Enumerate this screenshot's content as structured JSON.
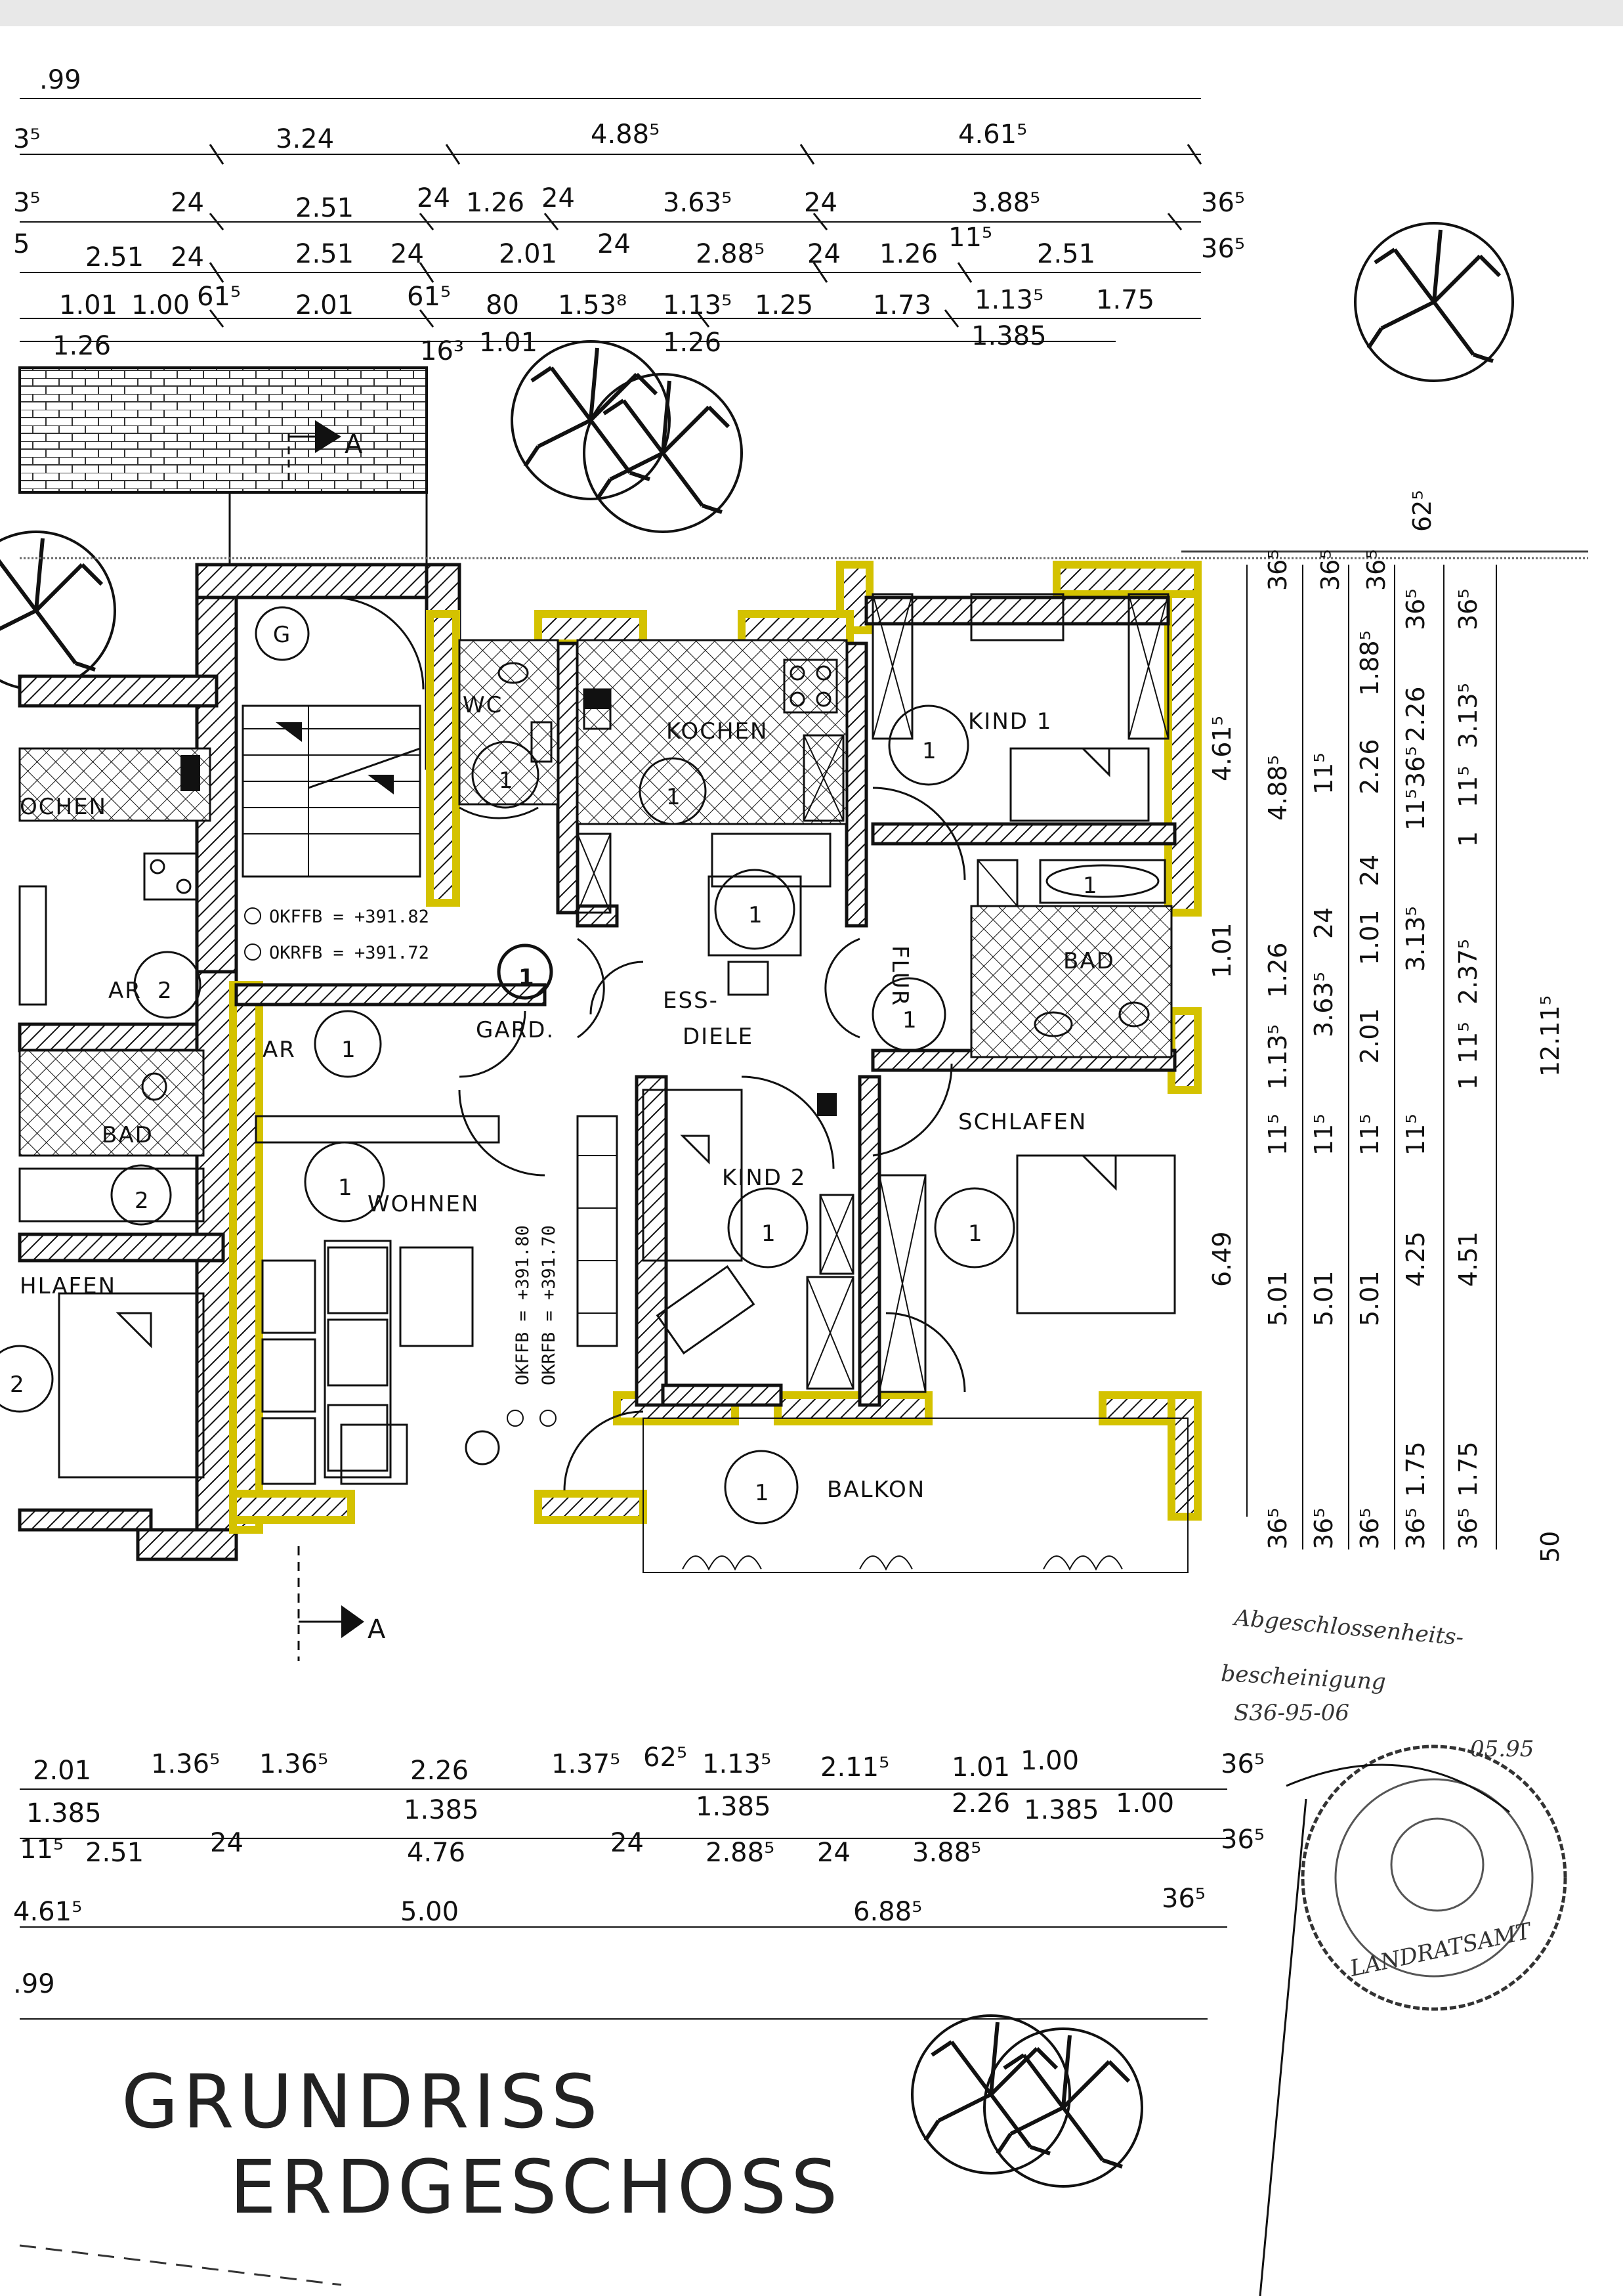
{
  "title": {
    "line1": "GRUNDRISS",
    "line2": "ERDGESCHOSS"
  },
  "section_markers": [
    "A",
    "A"
  ],
  "stairwell_label": "G",
  "rooms": [
    {
      "name": "WC",
      "unit": "1"
    },
    {
      "name": "KOCHEN",
      "unit": "1"
    },
    {
      "name": "KIND 1",
      "unit": "1"
    },
    {
      "name": "ESS-",
      "name2": "DIELE",
      "unit": "1"
    },
    {
      "name": "FLUR",
      "unit": "1"
    },
    {
      "name": "BAD",
      "unit": "1"
    },
    {
      "name": "GARD.",
      "unit": "1"
    },
    {
      "name": "AR",
      "unit": "1"
    },
    {
      "name": "WOHNEN",
      "unit": "1"
    },
    {
      "name": "KIND 2",
      "unit": "1"
    },
    {
      "name": "SCHLAFEN",
      "unit": "1"
    },
    {
      "name": "BALKON",
      "unit": "1"
    }
  ],
  "neighbor_rooms": [
    {
      "name": "OCHEN"
    },
    {
      "name": "AR",
      "unit": "2"
    },
    {
      "name": "BAD",
      "unit": "2"
    },
    {
      "name": "HLAFEN",
      "unit": "2"
    }
  ],
  "levels": {
    "stair_okffb": "OKFFB = +391.82",
    "stair_okrfb": "OKRFB = +391.72",
    "living_okffb": "OKFFB = +391.80",
    "living_okrfb": "OKRFB = +391.70"
  },
  "top_dimensions": {
    "row0": [
      ".99"
    ],
    "row1": [
      "3⁵",
      "3.24",
      "4.88⁵",
      "4.61⁵"
    ],
    "row2": [
      "3⁵",
      "24",
      "2.51",
      "24",
      "1.26",
      "24",
      "3.63⁵",
      "24",
      "3.88⁵",
      "36⁵"
    ],
    "row3": [
      "5",
      "2.51",
      "24",
      "2.51",
      "24",
      "2.01",
      "24",
      "2.88⁵",
      "24",
      "1.26",
      "11⁵",
      "2.51",
      "36⁵"
    ],
    "row4": [
      "1.01",
      "1.00",
      "61⁵",
      "2.01",
      "61⁵",
      "80",
      "1.53⁸",
      "1.13⁵",
      "1.25",
      "1.73",
      "1.13⁵",
      "1.75"
    ],
    "row5": [
      "1.26",
      "16³",
      "1.01",
      "1.26",
      "1.385"
    ]
  },
  "bottom_dimensions": {
    "row1": [
      "2.01",
      "1.36⁵",
      "1.36⁵",
      "2.26",
      "1.37⁵",
      "62⁵",
      "1.13⁵",
      "2.11⁵",
      "1.01",
      "1.00",
      "36⁵"
    ],
    "row2": [
      "1.385",
      "1.385",
      "1.385",
      "2.26",
      "1.385",
      "1.00"
    ],
    "row3": [
      "11⁵",
      "2.51",
      "24",
      "4.76",
      "24",
      "2.88⁵",
      "24",
      "3.88⁵",
      "36⁵"
    ],
    "row4": [
      "4.61⁵",
      "5.00",
      "6.88⁵",
      "36⁵"
    ],
    "row5": [
      ".99"
    ]
  },
  "right_dimensions": {
    "near": [
      "4.61⁵",
      "1.01",
      "6.49"
    ],
    "col1": [
      "4.88⁵",
      "1.26",
      "1.13⁵",
      "11⁵",
      "5.01",
      "36⁵"
    ],
    "col2": [
      "11⁵",
      "24",
      "3.63⁵",
      "11⁵",
      "5.01",
      "36⁵"
    ],
    "col3": [
      "1.88⁵",
      "2.26",
      "24",
      "1.01",
      "2.01",
      "11⁵",
      "5.01",
      "36⁵"
    ],
    "col4": [
      "36⁵",
      "2.26",
      "36⁵",
      "11⁵",
      "3.13⁵",
      "11⁵",
      "4.25",
      "1.75",
      "36⁵"
    ],
    "col5": [
      "36⁵",
      "3.13⁵",
      "11⁵",
      "1",
      "2.37⁵",
      "11⁵",
      "1",
      "4.51",
      "1.75",
      "36⁵"
    ],
    "top": [
      "36⁵",
      "36⁵",
      "36⁵",
      "62⁵"
    ],
    "overall": [
      "12.11⁵",
      "50"
    ]
  },
  "handwritten": {
    "line1": "Abgeschlossenheits-",
    "line2": "bescheinigung",
    "line3": "S36-95-06",
    "line4": "05.95"
  },
  "stamp": {
    "text": "LANDRATSAMT"
  }
}
